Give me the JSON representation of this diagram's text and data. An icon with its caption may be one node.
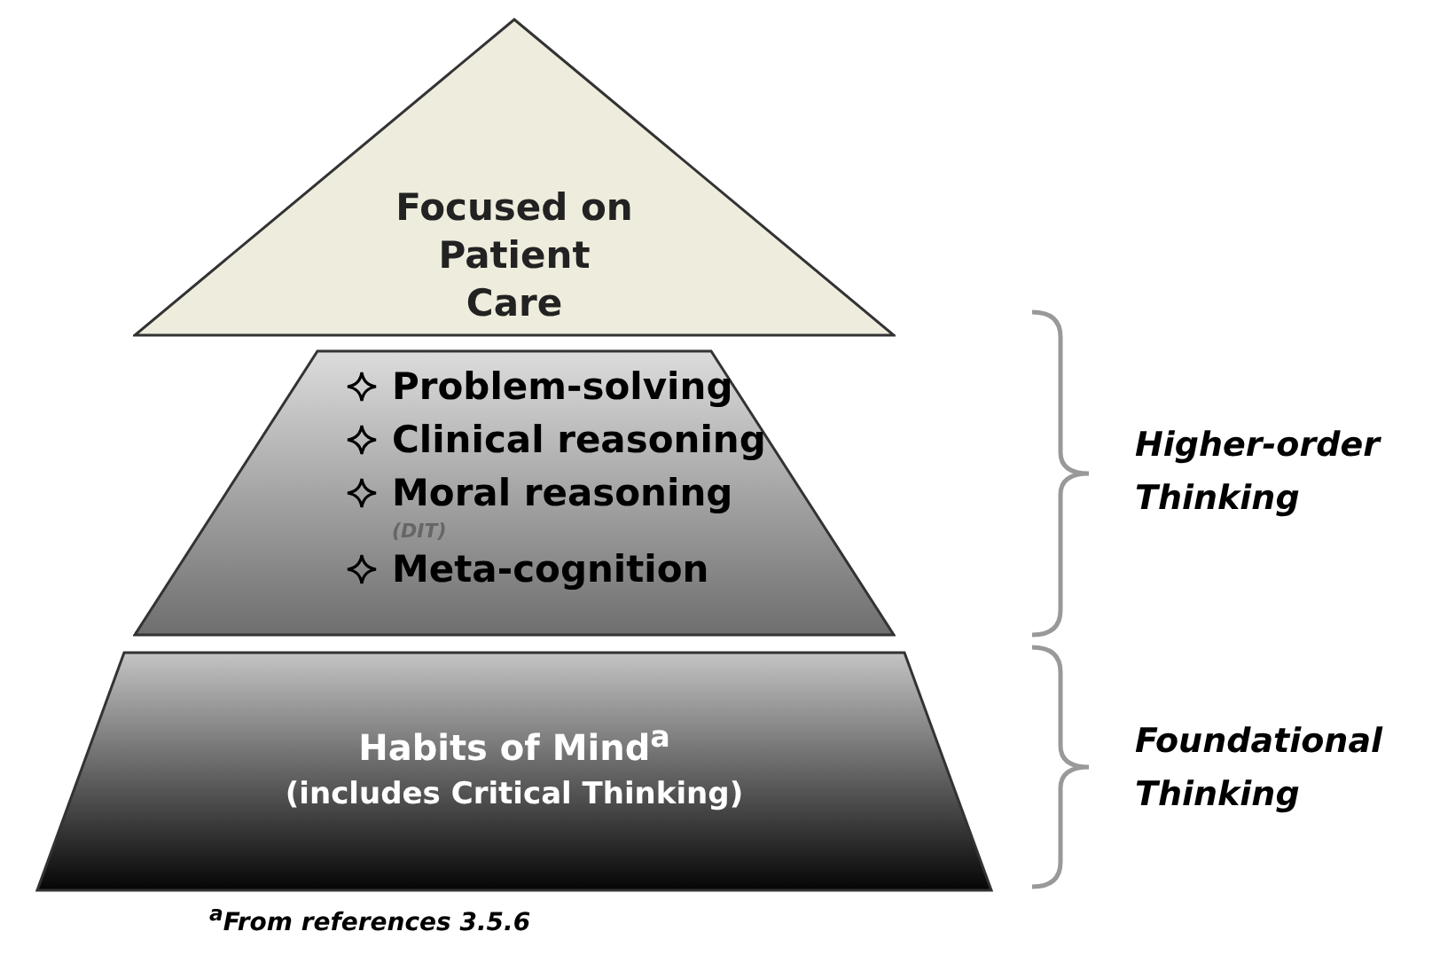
{
  "diagram": {
    "nodes": [
      {
        "text": [
          "Focused on Patient Care"
        ]
      },
      {
        "text": [
          "Problem-solving",
          "Clinical reasoning",
          "Moral reasoning",
          "(DIT)",
          "Meta-cognition"
        ]
      },
      {
        "text": [
          "Habits of Mind$^{a}$",
          "(includes Critical Thinking)"
        ]
      }
    ],
    "edges": [],
    "labels": [
      "Higher-order Thinking",
      "Foundational Thinking",
      "$^{a}$From references 3.5.6"
    ]
  }
}
